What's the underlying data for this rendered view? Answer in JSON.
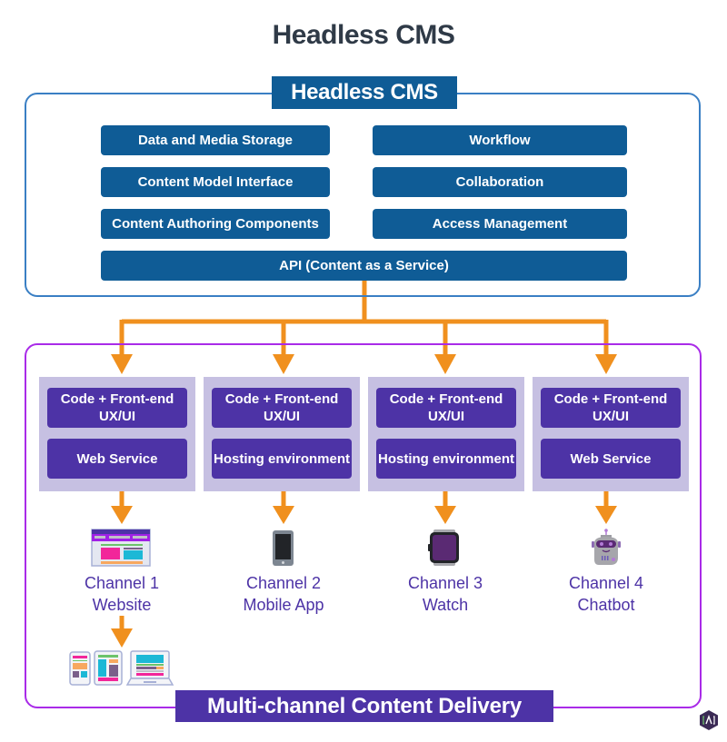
{
  "page_title": "Headless CMS",
  "cms": {
    "label": "Headless CMS",
    "left_blocks": [
      "Data and Media Storage",
      "Content Model Interface",
      "Content Authoring Components"
    ],
    "right_blocks": [
      "Workflow",
      "Collaboration",
      "Access Management"
    ],
    "api_block": "API (Content as a Service)",
    "color": "#0f5c96",
    "frame_color": "#3a7fc4"
  },
  "delivery": {
    "label": "Multi-channel Content Delivery",
    "frame_color": "#a92be8",
    "block_color": "#4d33a6",
    "column_bg": "#c6c0e2",
    "arrow_color": "#f0901e",
    "channels": [
      {
        "top_block": "Code + Front-end UX/UI",
        "bottom_block": "Web Service",
        "name": "Channel 1",
        "type": "Website",
        "icon": "website-icon"
      },
      {
        "top_block": "Code + Front-end UX/UI",
        "bottom_block": "Hosting environment",
        "name": "Channel 2",
        "type": "Mobile App",
        "icon": "mobile-phone-icon"
      },
      {
        "top_block": "Code + Front-end UX/UI",
        "bottom_block": "Hosting environment",
        "name": "Channel 3",
        "type": "Watch",
        "icon": "smartwatch-icon"
      },
      {
        "top_block": "Code + Front-end UX/UI",
        "bottom_block": "Web Service",
        "name": "Channel 4",
        "type": "Chatbot",
        "icon": "chatbot-icon"
      }
    ],
    "devices_icon": "responsive-devices-icon"
  },
  "watermark_icon": "logo-badge-icon"
}
